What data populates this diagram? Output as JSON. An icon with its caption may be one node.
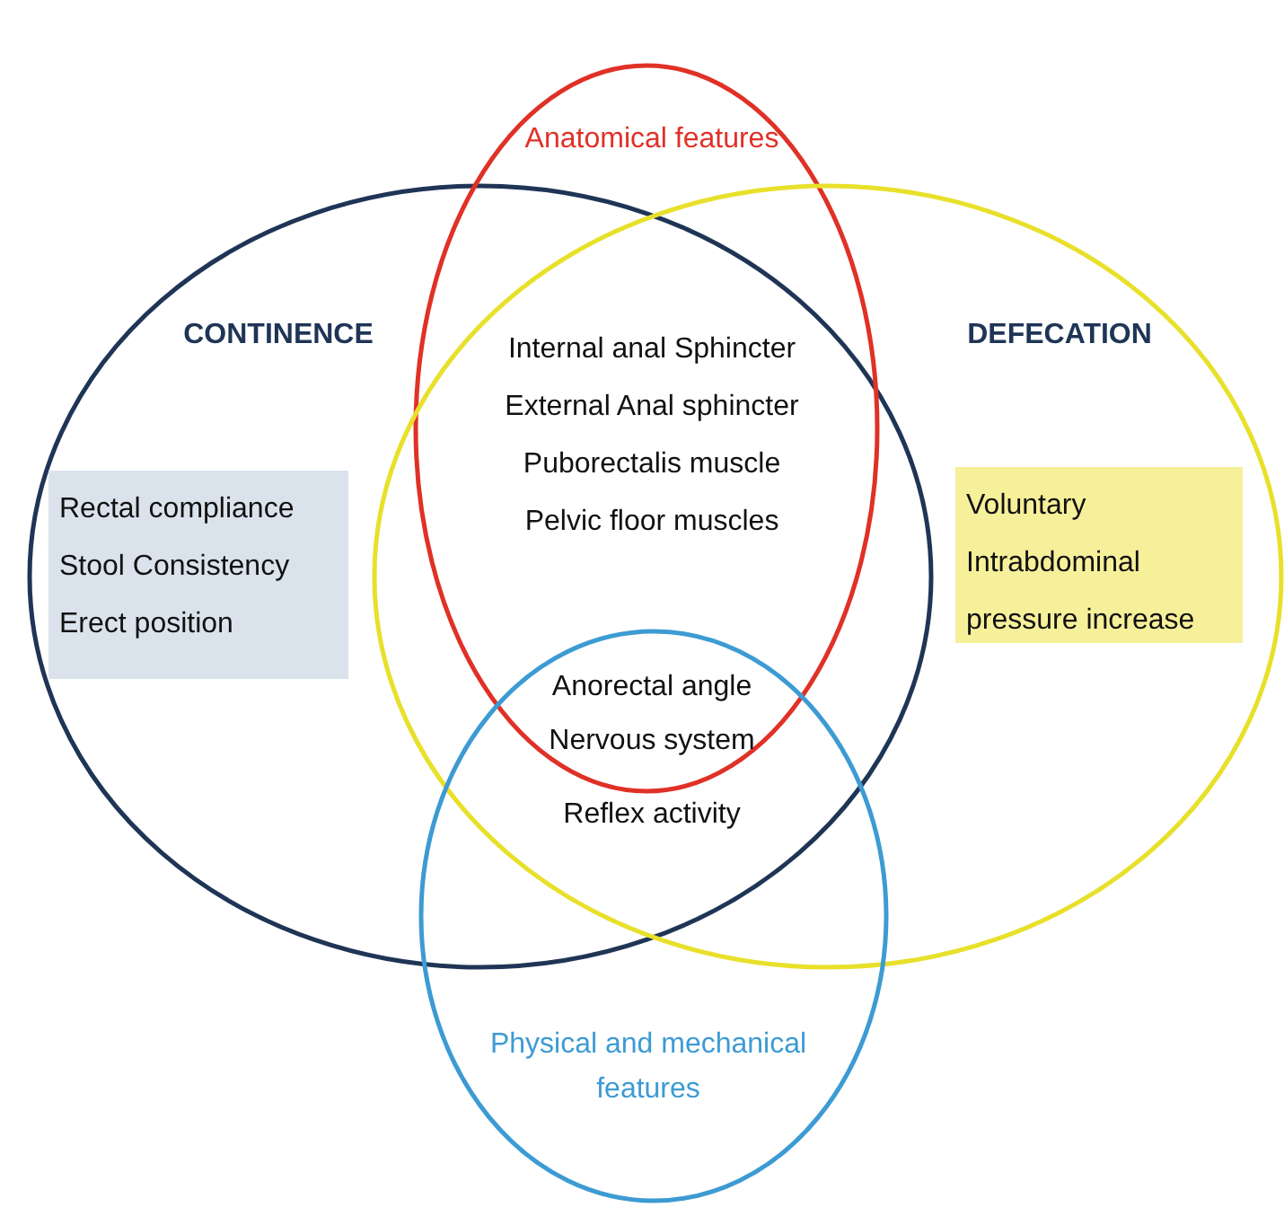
{
  "diagram": {
    "nodes": [
      {
        "text": [
          "CONTINENCE"
        ]
      },
      {
        "text": [
          "Anatomical features"
        ]
      },
      {
        "text": [
          "DEFECATION"
        ]
      },
      {
        "text": [
          "Physical and mechanical features"
        ]
      },
      {
        "text": [
          "Rectal compliance",
          "Stool Consistency",
          "Erect position"
        ],
        "in": 0
      },
      {
        "text": [
          "Voluntary",
          "Intrabdominal pressure increase"
        ],
        "in": 2
      }
    ],
    "labels": [
      "Internal anal Sphincter",
      "External Anal sphincter",
      "Puborectalis muscle",
      "Pelvic floor muscles",
      "Anorectal angle",
      "Nervous system",
      "Reflex activity"
    ]
  }
}
